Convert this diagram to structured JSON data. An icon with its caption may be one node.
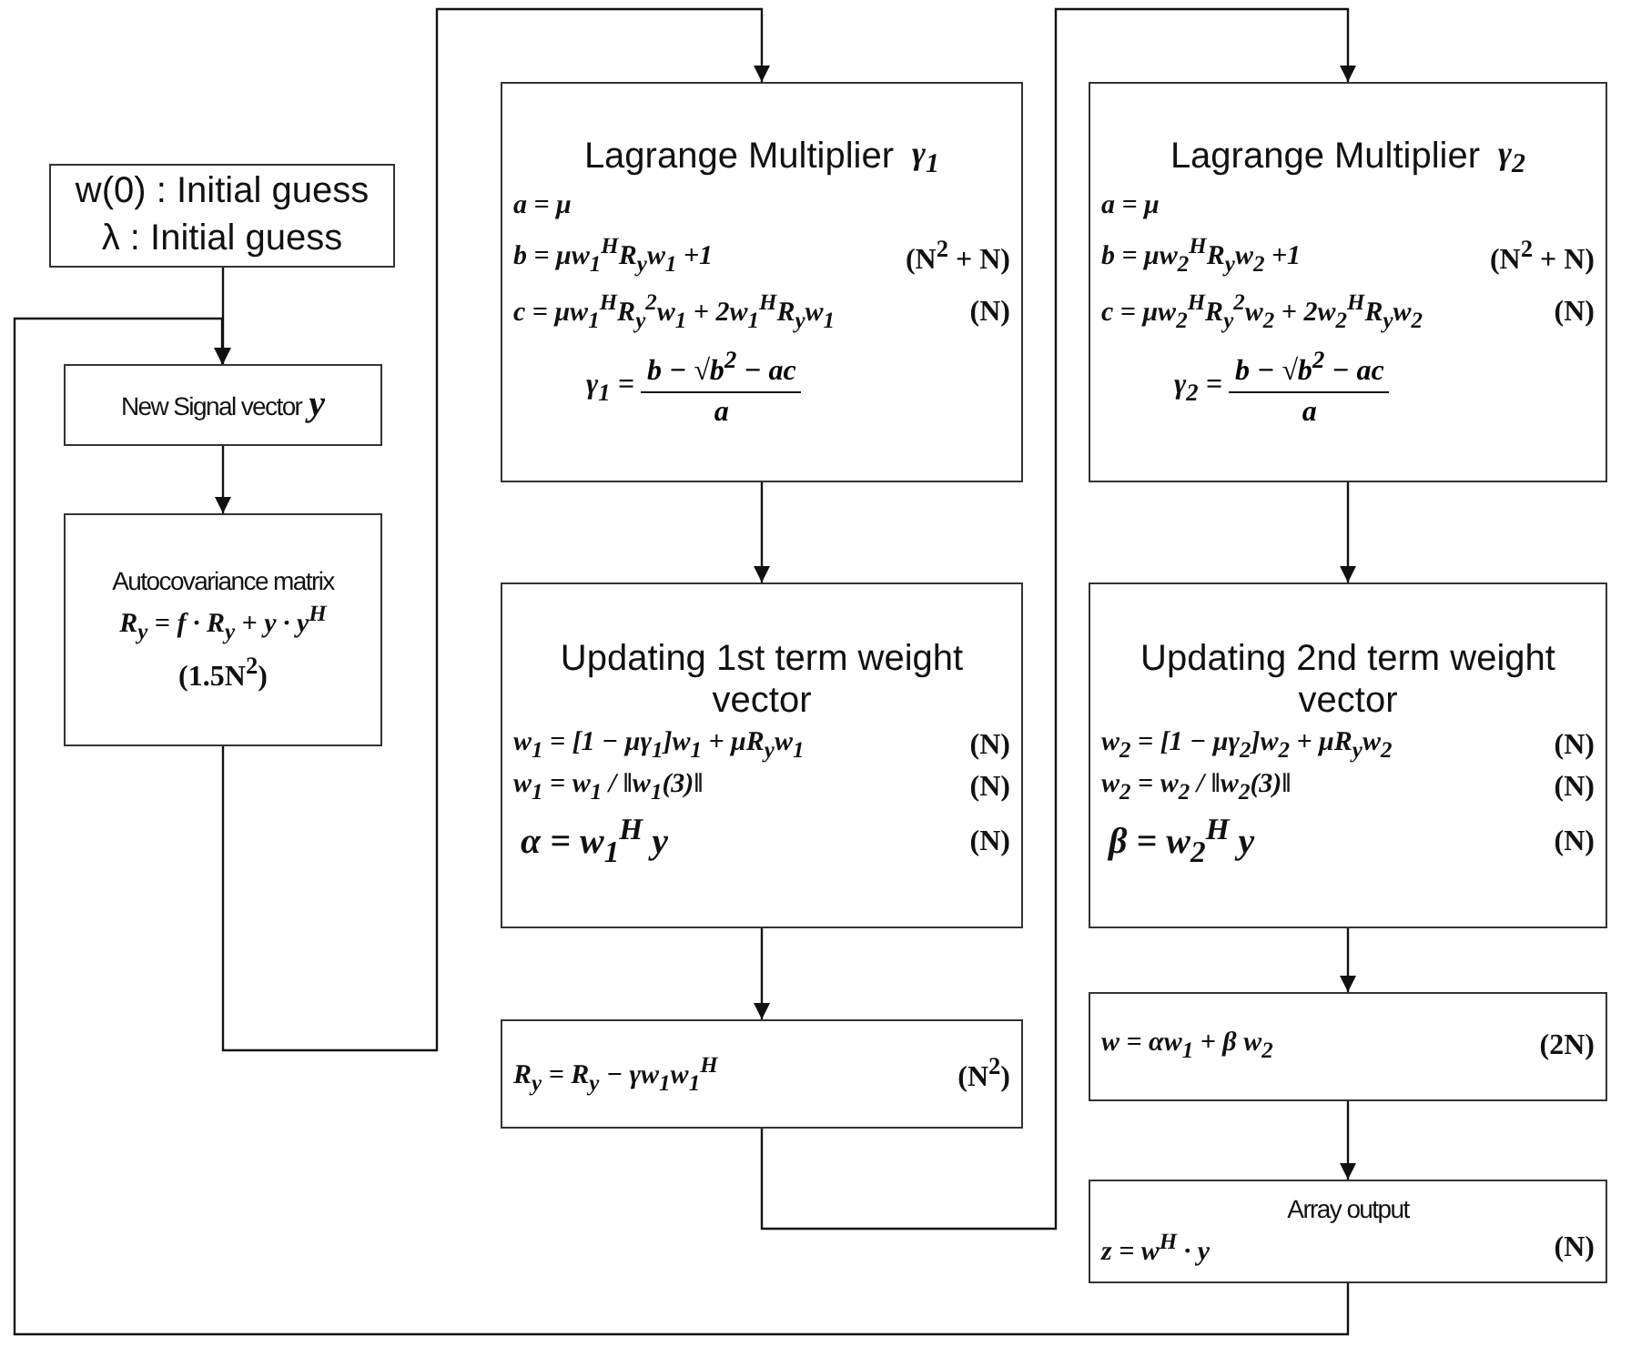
{
  "diagram": {
    "nodes": [
      {
        "text": [
          "w(0) : Initial guess",
          "λ : Initial guess"
        ]
      },
      {
        "text": [
          "New Signal vector",
          "y"
        ]
      },
      {
        "text": [
          "Autocovariance matrix",
          "R$_{y}$ = f · R$_{y}$ + y · y$^{H}$",
          "(1.5N$^{2}$)"
        ]
      },
      {
        "text": [
          "Lagrange Multiplier",
          "γ$_{1}$",
          "a = μ",
          "b = μw$_{1}$$^{H}$R$_{y}$w$_{1}$ +1",
          "(N$^{2}$ + N)",
          "c = μw$_{1}$$^{H}$R$_{y}$$^{2}$w$_{1}$ + 2w$_{1}$$^{H}$R$_{y}$w$_{1}$",
          "(N)",
          "γ$_{1}$ =",
          "b − √b$^{2}$ − ac",
          "a"
        ]
      },
      {
        "text": [
          "Updating 1st term weight vector",
          "w$_{1}$ = [1 − μγ$_{1}$]w$_{1}$ + μR$_{y}$w$_{1}$",
          "(N)",
          "w$_{1}$ = w$_{1}$ / ‖w$_{1}$(3)‖",
          "(N)",
          "α = w$_{1}$$^{H}$ y",
          "(N)"
        ]
      },
      {
        "text": [
          "R$_{y}$ = R$_{y}$ − γw$_{1}$w$_{1}$$^{H}$",
          "(N$^{2}$)"
        ]
      },
      {
        "text": [
          "Lagrange Multiplier",
          "γ$_{2}$",
          "a = μ",
          "b = μw$_{2}$$^{H}$R$_{y}$w$_{2}$ +1",
          "(N$^{2}$ + N)",
          "c = μw$_{2}$$^{H}$R$_{y}$$^{2}$w$_{2}$ + 2w$_{2}$$^{H}$R$_{y}$w$_{2}$",
          "(N)",
          "γ$_{2}$ =",
          "b − √b$^{2}$ − ac",
          "a"
        ]
      },
      {
        "text": [
          "Updating 2nd term weight vector",
          "w$_{2}$ = [1 − μγ$_{2}$]w$_{2}$ + μR$_{y}$w$_{2}$",
          "(N)",
          "w$_{2}$ = w$_{2}$ / ‖w$_{2}$(3)‖",
          "(N)",
          "β = w$_{2}$$^{H}$ y",
          "(N)"
        ]
      },
      {
        "text": [
          "w = αw$_{1}$ + β w$_{2}$",
          "(2N)"
        ]
      },
      {
        "text": [
          "Array output",
          "z = w$^{H}$ · y",
          "(N)"
        ]
      }
    ],
    "edges": [
      {
        "from": 0,
        "to": 1,
        "arrow": "to"
      },
      {
        "from": 1,
        "to": 2,
        "arrow": "to"
      },
      {
        "from": 2,
        "to": 3,
        "arrow": "to"
      },
      {
        "from": 3,
        "to": 4,
        "arrow": "to"
      },
      {
        "from": 4,
        "to": 5,
        "arrow": "to"
      },
      {
        "from": 5,
        "to": 6,
        "arrow": "to"
      },
      {
        "from": 6,
        "to": 7,
        "arrow": "to"
      },
      {
        "from": 7,
        "to": 8,
        "arrow": "to"
      },
      {
        "from": 8,
        "to": 9,
        "arrow": "to"
      },
      {
        "from": 9,
        "to": 1,
        "arrow": "to"
      }
    ]
  }
}
